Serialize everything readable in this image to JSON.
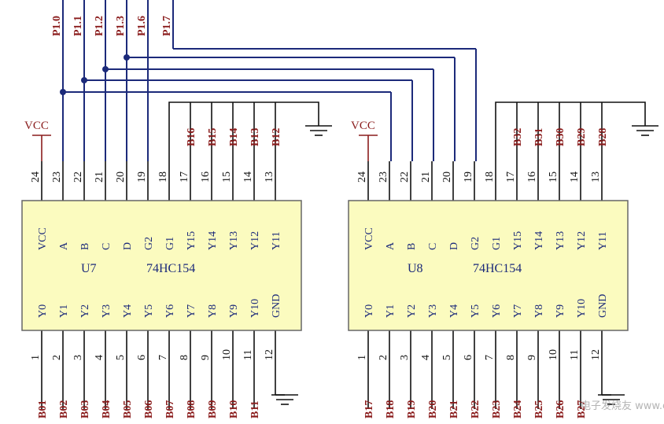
{
  "chips": [
    {
      "ref": "U7",
      "part": "74HC154",
      "top_pins": {
        "numbers": [
          "24",
          "23",
          "22",
          "21",
          "20",
          "19",
          "18",
          "17",
          "16",
          "15",
          "14",
          "13"
        ],
        "names": [
          "VCC",
          "A",
          "B",
          "C",
          "D",
          "G2",
          "G1",
          "Y15",
          "Y14",
          "Y13",
          "Y12",
          "Y11"
        ]
      },
      "bottom_pins": {
        "numbers": [
          "1",
          "2",
          "3",
          "4",
          "5",
          "6",
          "7",
          "8",
          "9",
          "10",
          "11",
          "12"
        ],
        "names": [
          "Y0",
          "Y1",
          "Y2",
          "Y3",
          "Y4",
          "Y5",
          "Y6",
          "Y7",
          "Y8",
          "Y9",
          "Y10",
          "GND"
        ]
      },
      "top_nets": [
        "B16",
        "B15",
        "B14",
        "B13",
        "B12"
      ],
      "bottom_nets": [
        "B01",
        "B02",
        "B03",
        "B04",
        "B05",
        "B06",
        "B07",
        "B08",
        "B09",
        "B10",
        "B11"
      ],
      "vcc_label": "VCC"
    },
    {
      "ref": "U8",
      "part": "74HC154",
      "top_pins": {
        "numbers": [
          "24",
          "23",
          "22",
          "21",
          "20",
          "19",
          "18",
          "17",
          "16",
          "15",
          "14",
          "13"
        ],
        "names": [
          "VCC",
          "A",
          "B",
          "C",
          "D",
          "G2",
          "G1",
          "Y15",
          "Y14",
          "Y13",
          "Y12",
          "Y11"
        ]
      },
      "bottom_pins": {
        "numbers": [
          "1",
          "2",
          "3",
          "4",
          "5",
          "6",
          "7",
          "8",
          "9",
          "10",
          "11",
          "12"
        ],
        "names": [
          "Y0",
          "Y1",
          "Y2",
          "Y3",
          "Y4",
          "Y5",
          "Y6",
          "Y7",
          "Y8",
          "Y9",
          "Y10",
          "GND"
        ]
      },
      "top_nets": [
        "B32",
        "B31",
        "B30",
        "B29",
        "B28"
      ],
      "bottom_nets": [
        "B17",
        "B18",
        "B19",
        "B20",
        "B21",
        "B22",
        "B23",
        "B24",
        "B25",
        "B26",
        "B27"
      ],
      "vcc_label": "VCC"
    }
  ],
  "port_labels": [
    "P1.0",
    "P1.1",
    "P1.2",
    "P1.3",
    "P1.6",
    "P1.7"
  ],
  "watermark": "电子发烧友 www.elecfans.com"
}
